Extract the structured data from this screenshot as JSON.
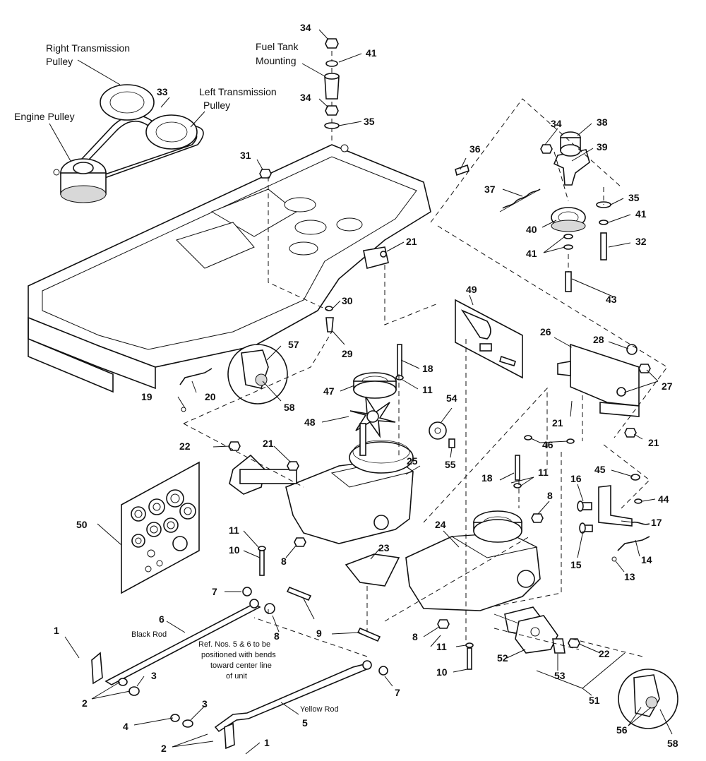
{
  "labels": {
    "right_transmission_pulley_1": "Right Transmission",
    "right_transmission_pulley_2": "Pulley",
    "left_transmission_pulley_1": "Left Transmission",
    "left_transmission_pulley_2": "Pulley",
    "engine_pulley": "Engine Pulley",
    "fuel_tank_mounting_1": "Fuel Tank",
    "fuel_tank_mounting_2": "Mounting",
    "black_rod": "Black Rod",
    "yellow_rod": "Yellow Rod",
    "note_1": "Ref. Nos. 5 & 6 to be",
    "note_2": "positioned with bends",
    "note_3": "toward center line",
    "note_4": "of unit"
  },
  "callouts": {
    "c1a": "1",
    "c1b": "1",
    "c2a": "2",
    "c2b": "2",
    "c3a": "3",
    "c3b": "3",
    "c4": "4",
    "c5": "5",
    "c6": "6",
    "c7a": "7",
    "c7b": "7",
    "c8a": "8",
    "c8b": "8",
    "c8c": "8",
    "c8d": "8",
    "c9": "9",
    "c10a": "10",
    "c10b": "10",
    "c11a": "11",
    "c11b": "11",
    "c11c": "11",
    "c11d": "11",
    "c13": "13",
    "c14": "14",
    "c15": "15",
    "c16": "16",
    "c17": "17",
    "c18a": "18",
    "c18b": "18",
    "c19": "19",
    "c20": "20",
    "c21a": "21",
    "c21b": "21",
    "c21c": "21",
    "c21d": "21",
    "c22a": "22",
    "c22b": "22",
    "c23": "23",
    "c24": "24",
    "c25": "25",
    "c26": "26",
    "c27": "27",
    "c28": "28",
    "c29": "29",
    "c30": "30",
    "c31": "31",
    "c32": "32",
    "c33": "33",
    "c34a": "34",
    "c34b": "34",
    "c34c": "34",
    "c35a": "35",
    "c35b": "35",
    "c36": "36",
    "c37": "37",
    "c38": "38",
    "c39": "39",
    "c40": "40",
    "c41a": "41",
    "c41b": "41",
    "c41c": "41",
    "c43": "43",
    "c44": "44",
    "c45": "45",
    "c46": "46",
    "c47": "47",
    "c48": "48",
    "c49": "49",
    "c50": "50",
    "c51": "51",
    "c52": "52",
    "c53": "53",
    "c54": "54",
    "c55": "55",
    "c56": "56",
    "c57": "57",
    "c58a": "58",
    "c58b": "58"
  }
}
